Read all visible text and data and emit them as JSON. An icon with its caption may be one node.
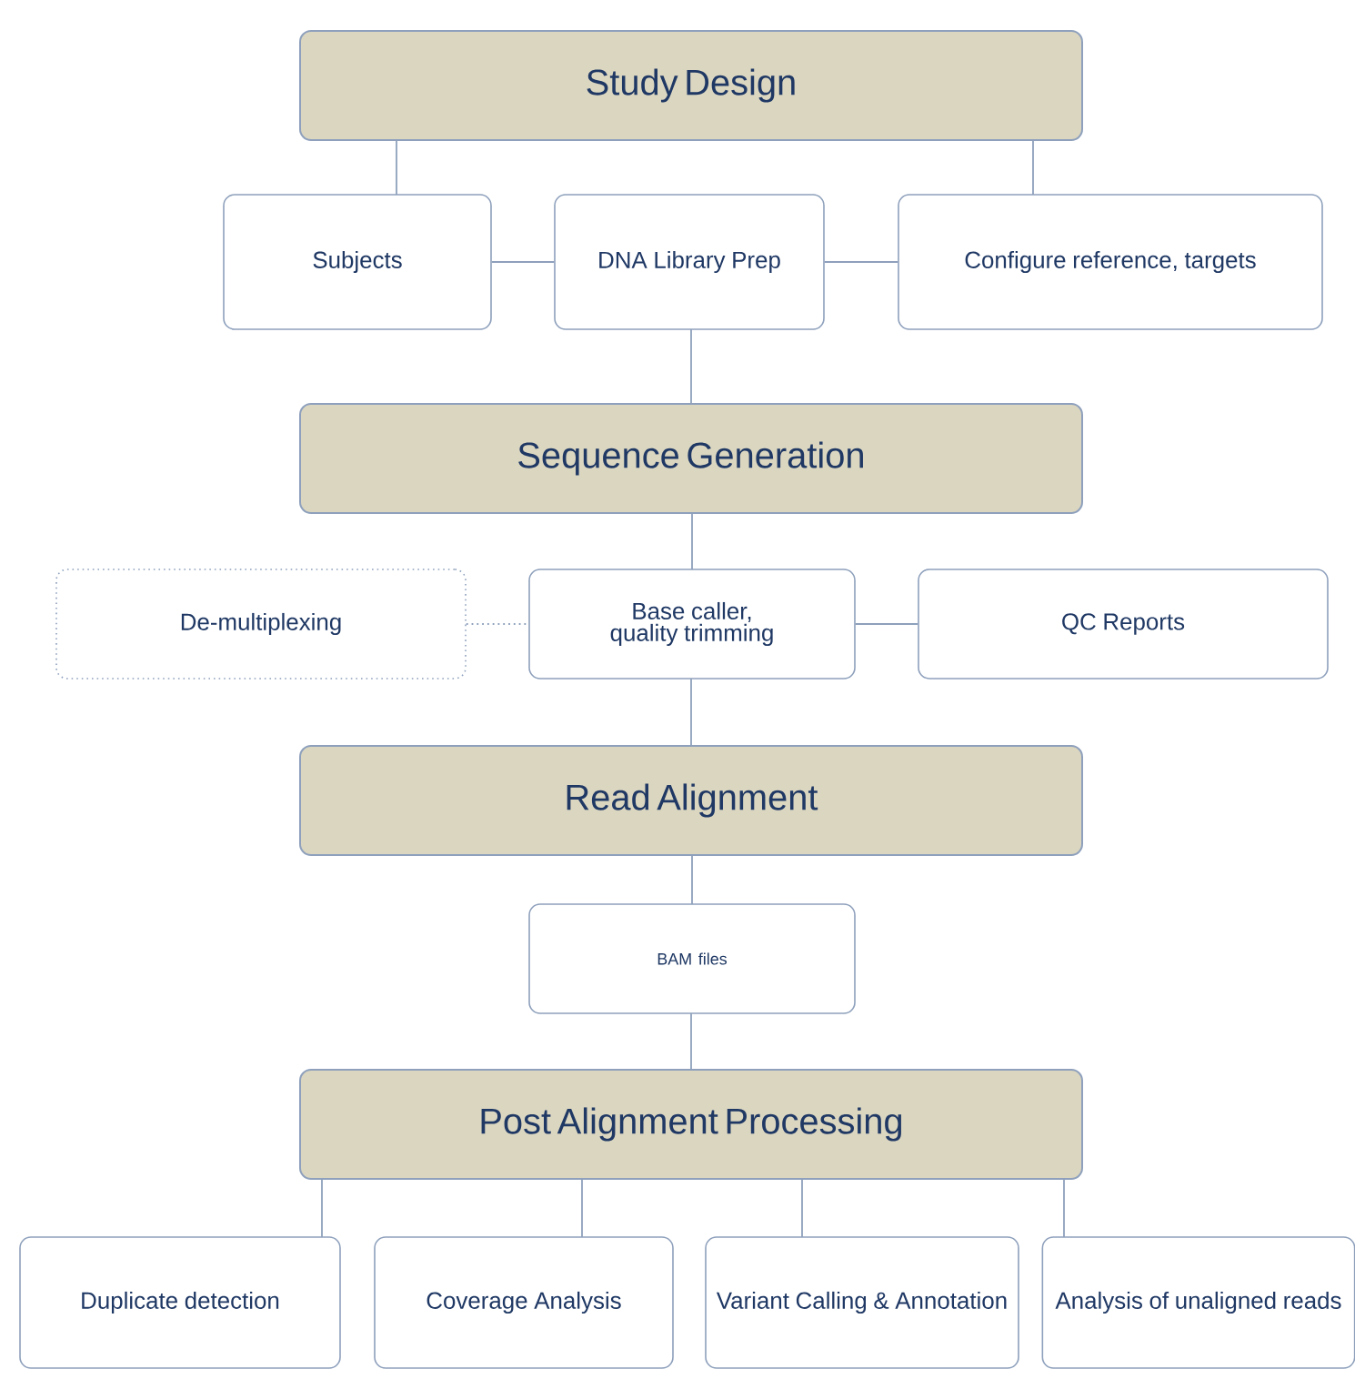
{
  "diagram": {
    "nodes": [
      {
        "text": [
          "Study Design"
        ]
      },
      {
        "text": [
          "Subjects"
        ]
      },
      {
        "text": [
          "DNA Library Prep"
        ]
      },
      {
        "text": [
          "Configure reference, targets"
        ]
      },
      {
        "text": [
          "Sequence Generation"
        ]
      },
      {
        "text": [
          "De-multiplexing"
        ]
      },
      {
        "text": [
          "Base caller, quality trimming"
        ]
      },
      {
        "text": [
          "QC Reports"
        ]
      },
      {
        "text": [
          "Read Alignment"
        ]
      },
      {
        "text": [
          "BAM files"
        ]
      },
      {
        "text": [
          "Post Alignment Processing"
        ]
      },
      {
        "text": [
          "Duplicate detection"
        ]
      },
      {
        "text": [
          "Coverage Analysis"
        ]
      },
      {
        "text": [
          "Variant Calling & Annotation"
        ]
      },
      {
        "text": [
          "Analysis of unaligned reads"
        ]
      }
    ],
    "edges": [
      {
        "from": 0,
        "to": 1,
        "arrow": "none"
      },
      {
        "from": 0,
        "to": 3,
        "arrow": "none"
      },
      {
        "from": 1,
        "to": 2,
        "arrow": "none"
      },
      {
        "from": 2,
        "to": 3,
        "arrow": "none"
      },
      {
        "from": 2,
        "to": 4,
        "arrow": "none"
      },
      {
        "from": 4,
        "to": 6,
        "arrow": "none"
      },
      {
        "from": 5,
        "to": 6,
        "arrow": "none",
        "style": "dashed"
      },
      {
        "from": 6,
        "to": 7,
        "arrow": "none"
      },
      {
        "from": 6,
        "to": 8,
        "arrow": "none"
      },
      {
        "from": 8,
        "to": 9,
        "arrow": "none"
      },
      {
        "from": 9,
        "to": 10,
        "arrow": "none"
      },
      {
        "from": 10,
        "to": 11,
        "arrow": "none"
      },
      {
        "from": 10,
        "to": 12,
        "arrow": "none"
      },
      {
        "from": 10,
        "to": 13,
        "arrow": "none"
      },
      {
        "from": 10,
        "to": 14,
        "arrow": "none"
      }
    ]
  }
}
